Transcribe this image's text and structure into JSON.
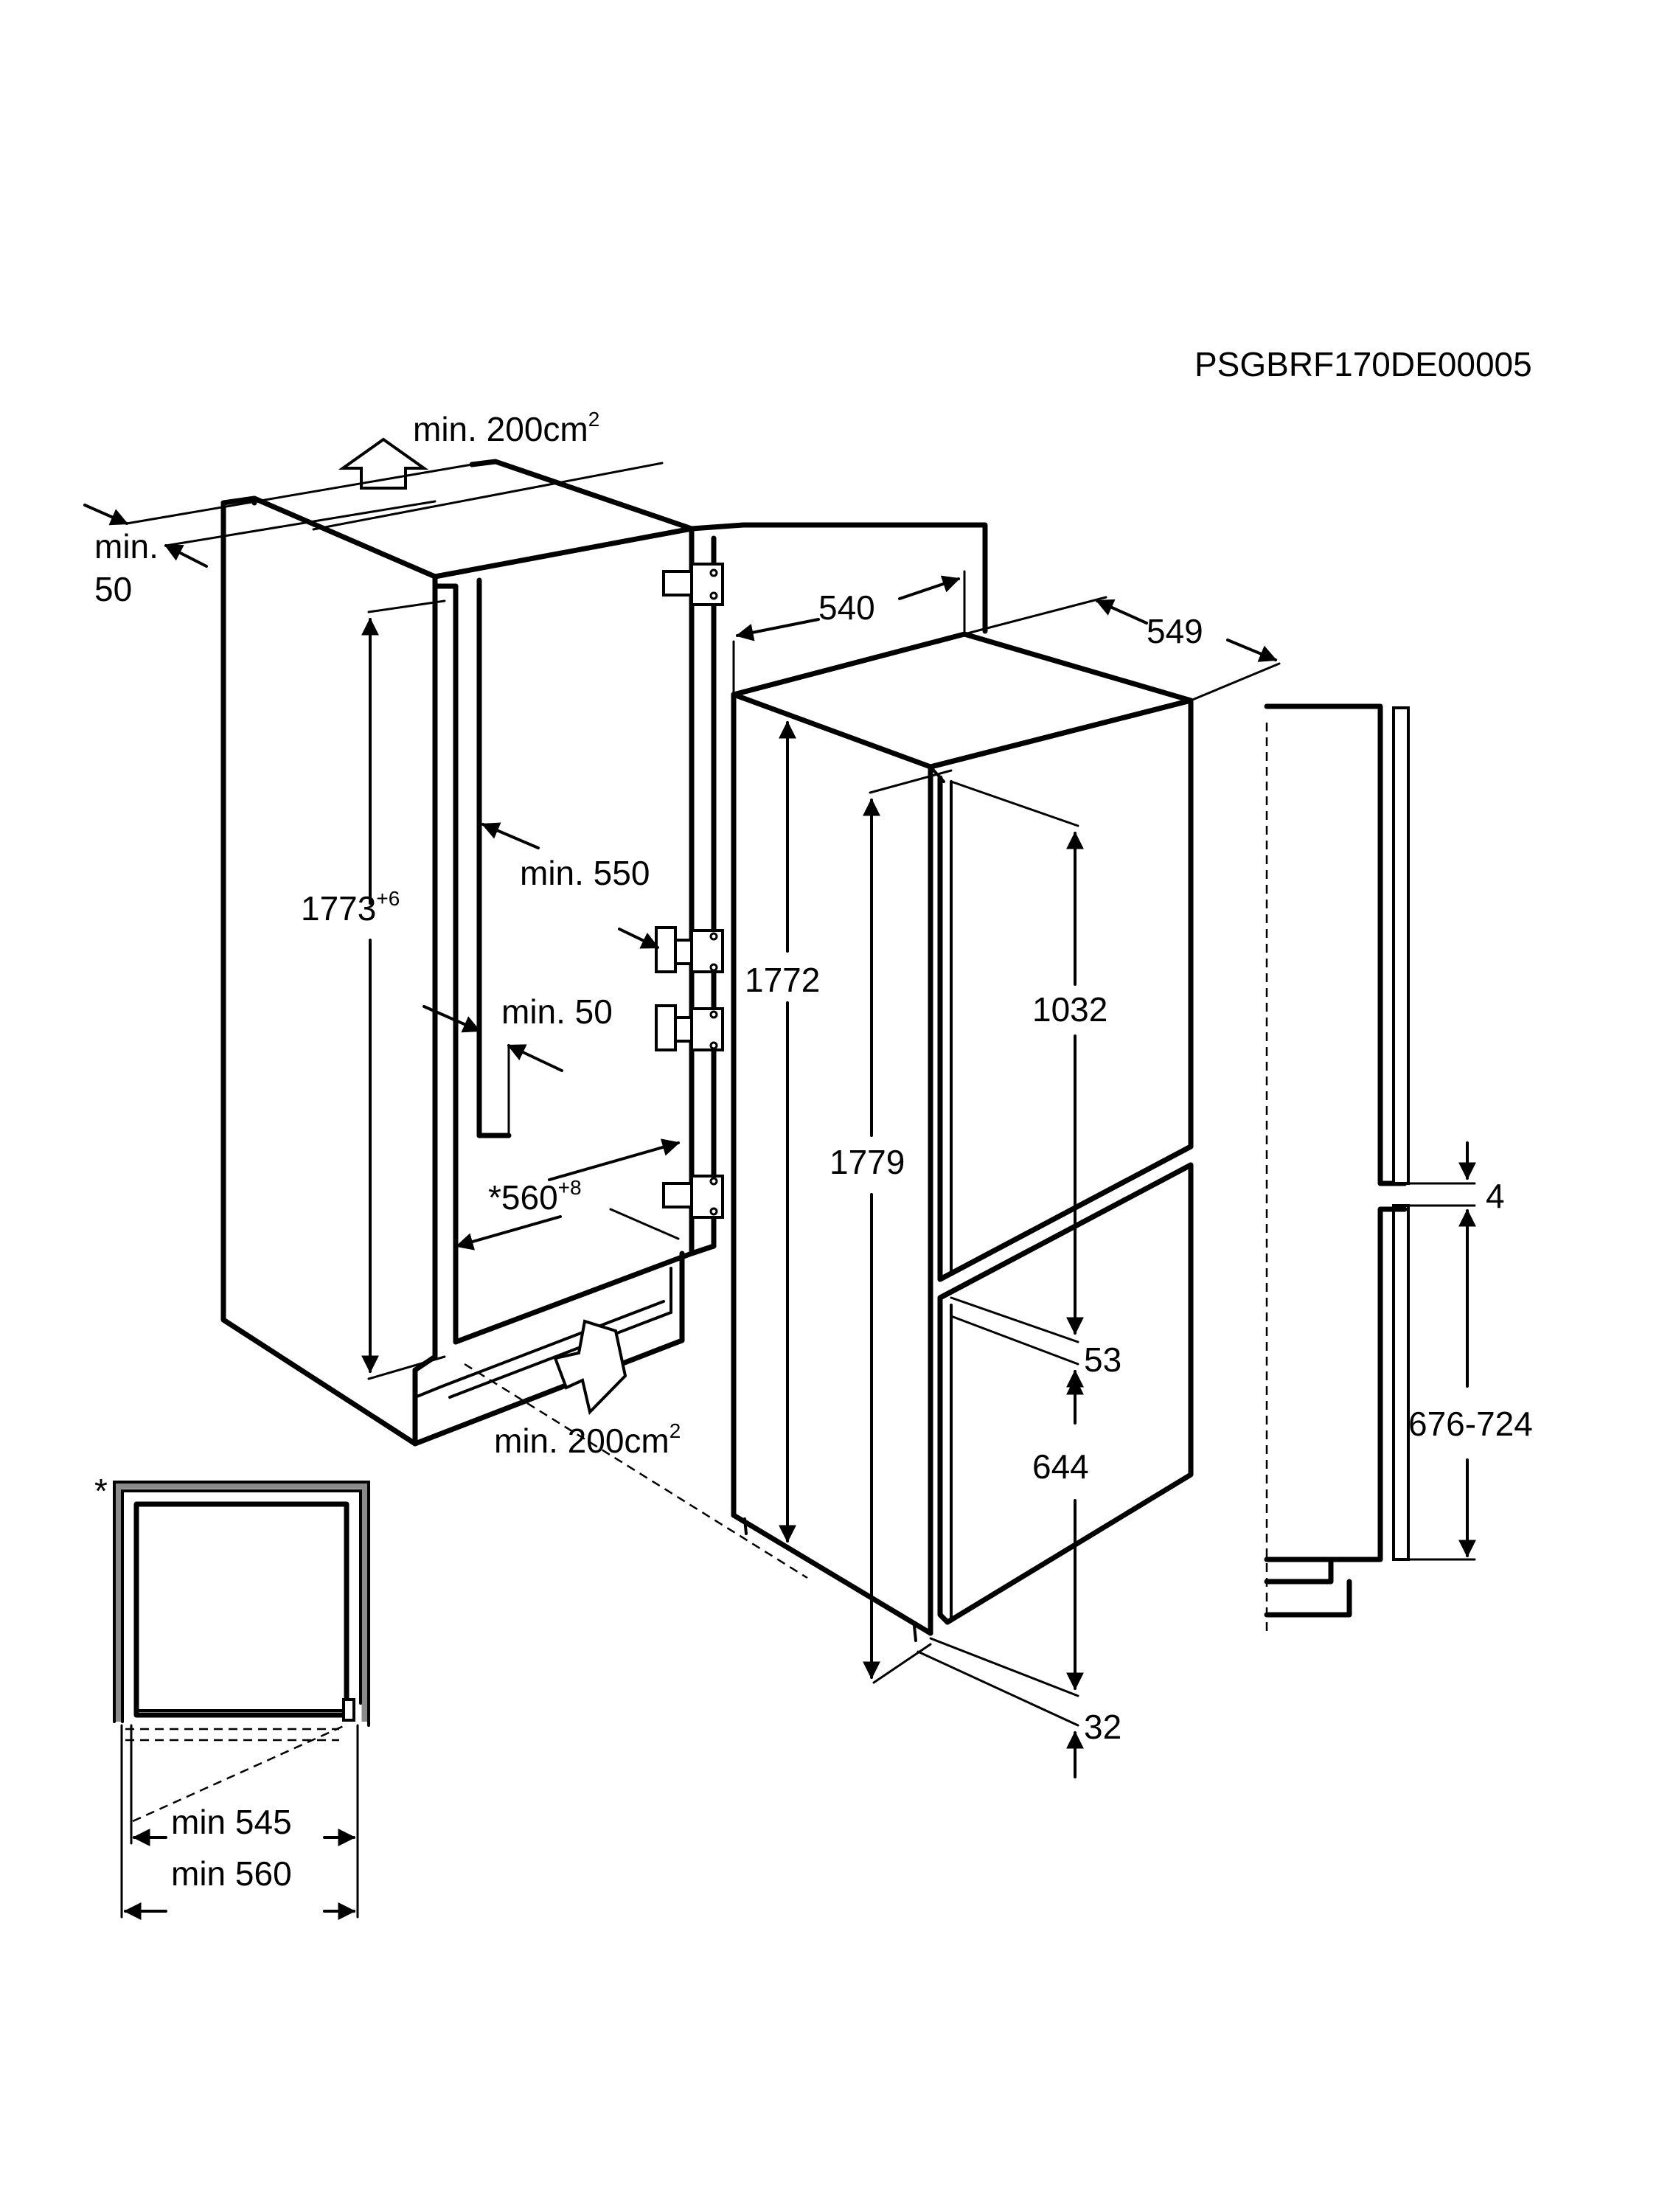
{
  "diagram_code": "PSGBRF170DE00005",
  "niche": {
    "ventilation_top": {
      "text": "min. 200cm",
      "sup": "2"
    },
    "ventilation_bottom": {
      "text": "min. 200cm",
      "sup": "2"
    },
    "top_clearance": {
      "line1": "min.",
      "line2": "50"
    },
    "height": {
      "text": "1773",
      "sup": "+6"
    },
    "depth_min": "min. 550",
    "side_gap_min": "min. 50",
    "width": {
      "text": "*560",
      "sup": "+8"
    }
  },
  "appliance": {
    "door_width": "540",
    "depth": "549",
    "body_height": "1772",
    "total_height": "1779",
    "upper_door_height": "1032",
    "door_gap": "53",
    "lower_door_height": "644",
    "bottom_offset": "32"
  },
  "side_view": {
    "gap": "4",
    "lower_door_range": "676-724"
  },
  "plan_view": {
    "footnote_marker": "*",
    "inner_width": "min 545",
    "outer_width": "min 560"
  }
}
